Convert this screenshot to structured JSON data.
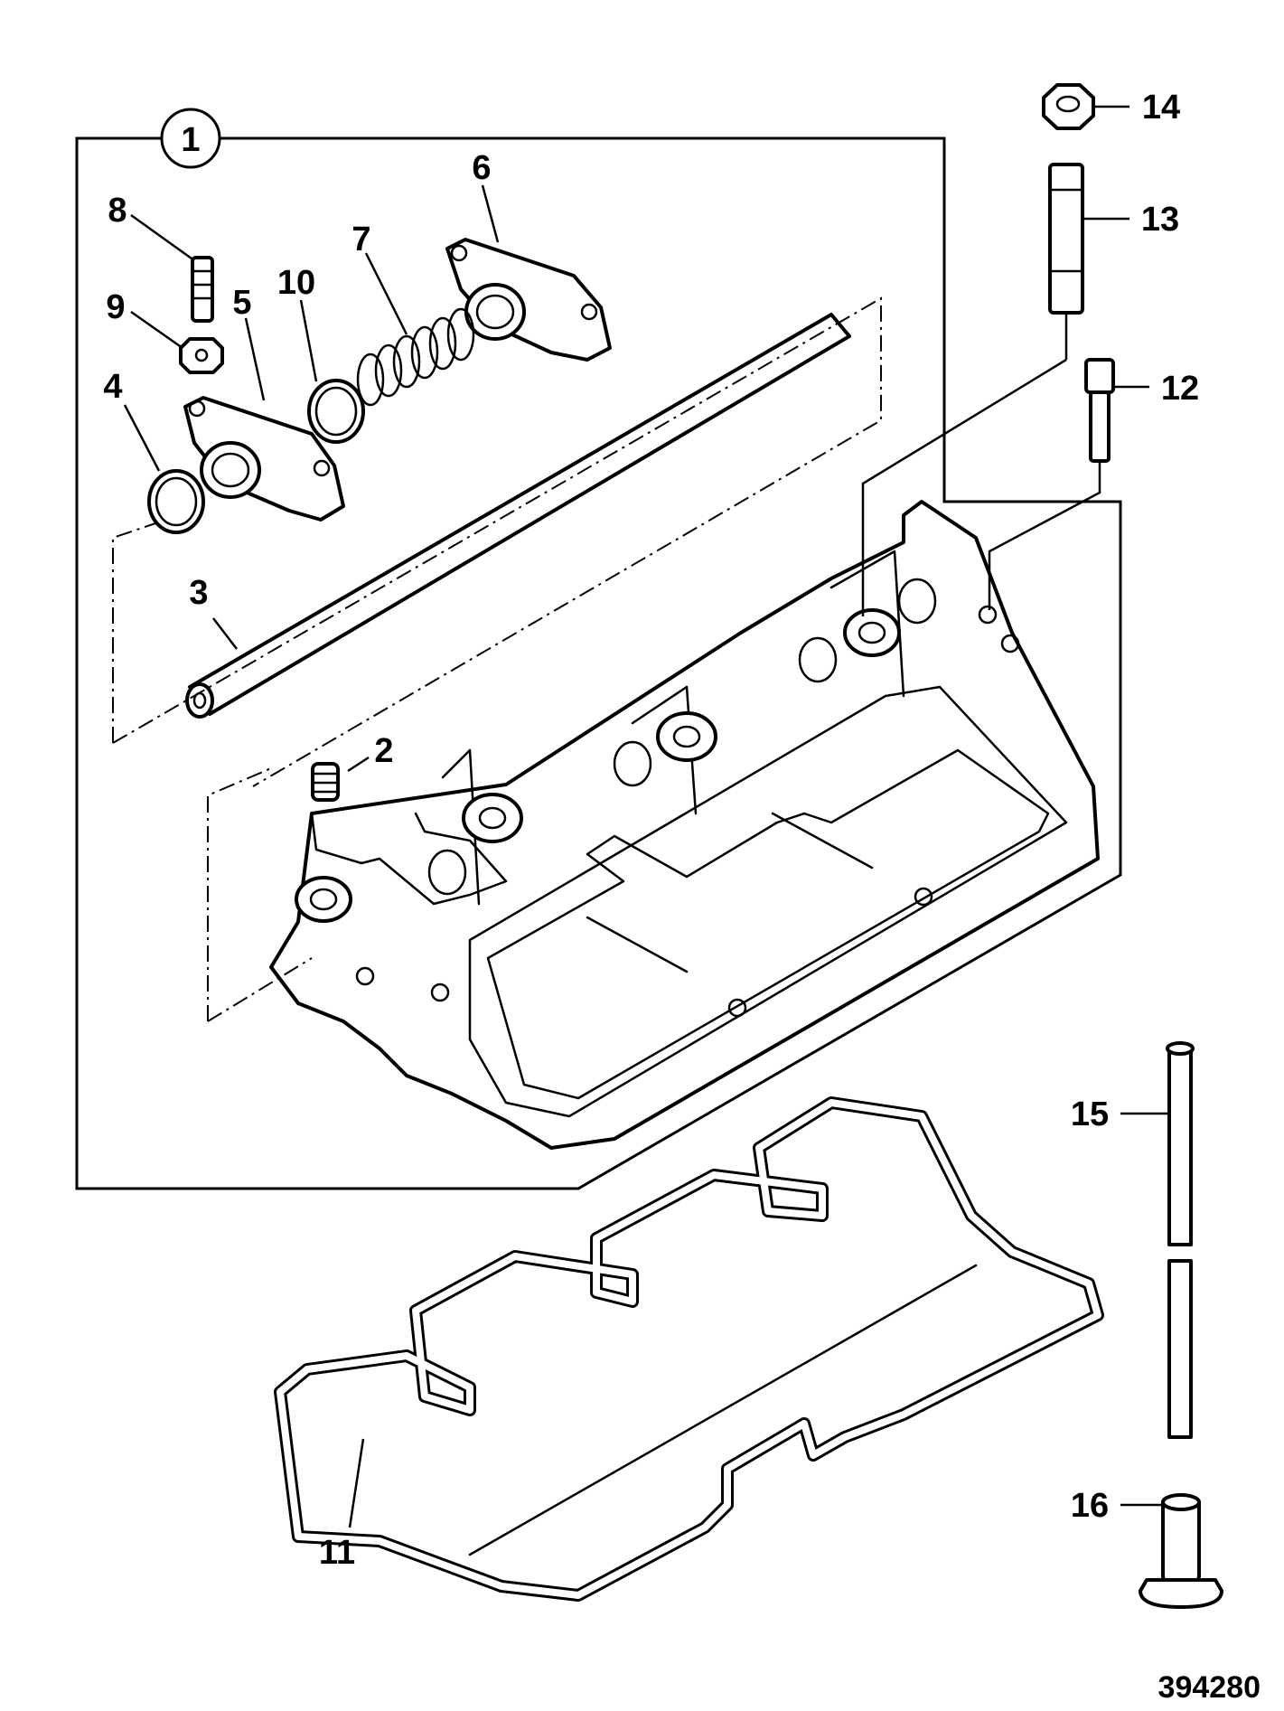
{
  "callouts": {
    "c1": "1",
    "c2": "2",
    "c3": "3",
    "c4": "4",
    "c5": "5",
    "c6": "6",
    "c7": "7",
    "c8": "8",
    "c9": "9",
    "c10": "10",
    "c11": "11",
    "c12": "12",
    "c13": "13",
    "c14": "14",
    "c15": "15",
    "c16": "16"
  },
  "drawing_number": "394280"
}
